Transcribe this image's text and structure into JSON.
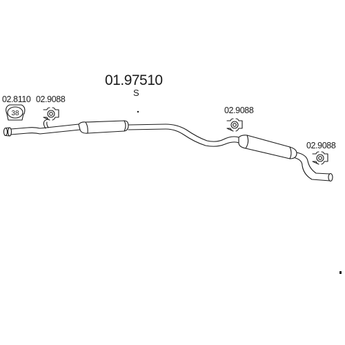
{
  "diagram": {
    "part_number": "01.97510",
    "variant": "S",
    "components": [
      {
        "id": "clamp-front",
        "part": "02.8110",
        "size_label": "38"
      },
      {
        "id": "hanger-front",
        "part": "02.9088"
      },
      {
        "id": "hanger-middle",
        "part": "02.9088"
      },
      {
        "id": "hanger-rear",
        "part": "02.9088"
      }
    ]
  },
  "colors": {
    "line": "#1a1a1a",
    "background": "#ffffff"
  }
}
